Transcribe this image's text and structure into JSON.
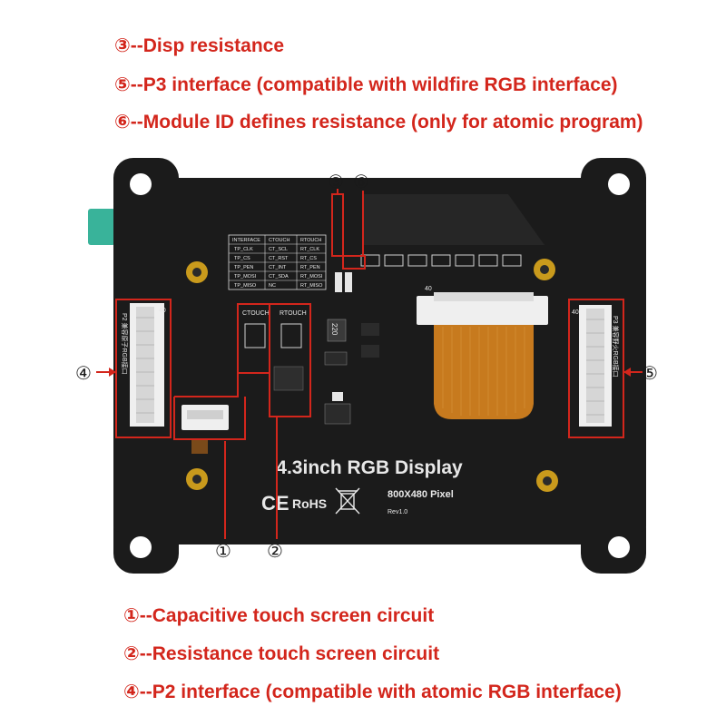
{
  "top_captions": [
    {
      "marker": "③",
      "text": "--Disp resistance"
    },
    {
      "marker": "⑤",
      "text": "--P3 interface (compatible with wildfire RGB interface)"
    },
    {
      "marker": "⑥",
      "text": "--Module ID defines resistance (only for atomic program)"
    }
  ],
  "bottom_captions": [
    {
      "marker": "①",
      "text": "--Capacitive touch screen circuit"
    },
    {
      "marker": "②",
      "text": "--Resistance touch screen circuit"
    },
    {
      "marker": "④",
      "text": "--P2 interface (compatible with atomic RGB interface)"
    }
  ],
  "callouts": {
    "m1": "①",
    "m2": "②",
    "m3": "③",
    "m4": "④",
    "m5": "⑤",
    "m6": "⑥"
  },
  "board": {
    "title": "4.3inch RGB Display",
    "resolution": "800X480 Pixel",
    "revision": "Rev1.0",
    "cert_ce": "CE",
    "cert_rohs": "RoHS",
    "ctouch_label": "CTOUCH",
    "rtouch_label": "RTOUCH",
    "p2_label": "P2 兼容原子RGB接口",
    "p3_label": "P3 兼容野火RGB接口",
    "pin40_left": "40",
    "pin40_right": "40",
    "pin40_top": "40",
    "inductor": "220",
    "table": {
      "header": [
        "INTERFACE",
        "CTOUCH",
        "RTOUCH"
      ],
      "rows": [
        [
          "TP_CLK",
          "CT_SCL",
          "RT_CLK"
        ],
        [
          "TP_CS",
          "CT_RST",
          "RT_CS"
        ],
        [
          "TP_PEN",
          "CT_INT",
          "RT_PEN"
        ],
        [
          "TP_MOSI",
          "CT_SDA",
          "RT_MOSI"
        ],
        [
          "TP_MISO",
          "NC",
          "RT_MISO"
        ]
      ]
    }
  },
  "colors": {
    "pcb": "#1b1b1b",
    "annotation_red": "#d3261c",
    "flex_cable": "#c77a1e",
    "connector_body": "#f2f2f2",
    "teal_tab": "#39b39a"
  }
}
